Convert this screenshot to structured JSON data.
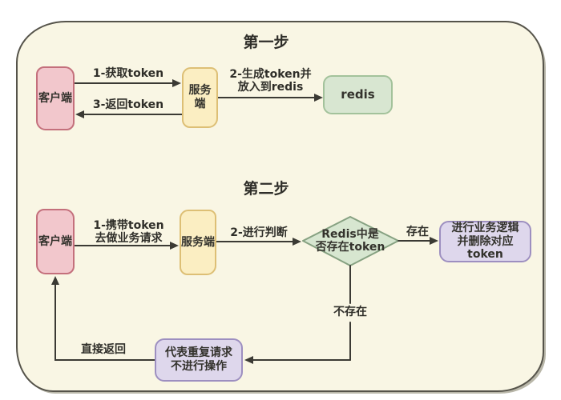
{
  "diagram": {
    "step1": {
      "title": "第一步",
      "client_label": "客户端",
      "server_label": "服务端",
      "redis_label": "redis",
      "edge_get_token": "1-获取token",
      "edge_generate_token": "2-生成token并\n放入到redis",
      "edge_return_token": "3-返回token"
    },
    "step2": {
      "title": "第二步",
      "client_label": "客户端",
      "server_label": "服务端",
      "edge_carry_token": "1-携带token\n去做业务请求",
      "edge_judge": "2-进行判断",
      "diamond_label": "Redis中是\n否存在token",
      "edge_exists": "存在",
      "action_label": "进行业务逻辑\n并删除对应token",
      "edge_not_exists": "不存在",
      "duplicate_label": "代表重复请求\n不进行操作",
      "edge_direct_return": "直接返回"
    },
    "colors": {
      "canvas_background": "#f9f6e4",
      "canvas_border": "#55534a",
      "client_fill": "#f2c7cc",
      "client_border": "#c4707c",
      "server_fill": "#fbeec2",
      "server_border": "#ddbf75",
      "redis_fill": "#d8e6d1",
      "redis_border": "#a3c29b",
      "diamond_fill": "#d7e6d0",
      "diamond_border": "#86a181",
      "purple_fill": "#ded7ec",
      "purple_border": "#9d8fc0",
      "line_color": "#3b3a34",
      "text_color": "#2f2e29"
    }
  }
}
